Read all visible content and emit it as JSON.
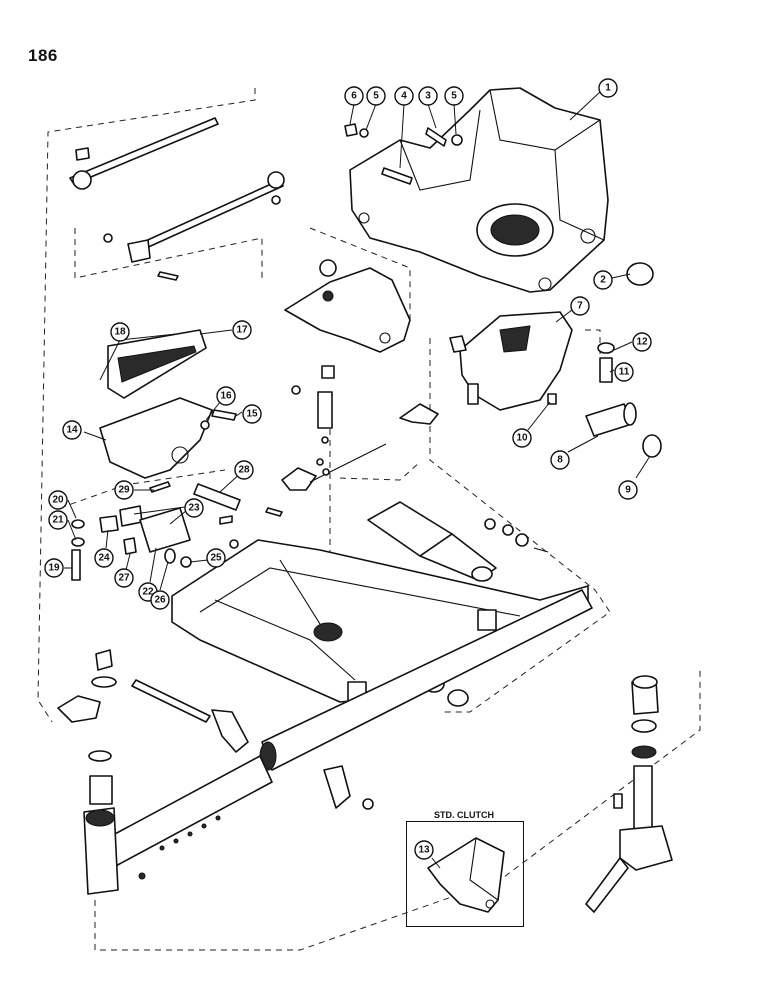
{
  "page_number": "186",
  "inset_label": "STD. CLUTCH",
  "callouts": [
    "1",
    "2",
    "3",
    "4",
    "5",
    "5",
    "6",
    "7",
    "8",
    "9",
    "10",
    "11",
    "12",
    "13",
    "14",
    "15",
    "16",
    "17",
    "18",
    "19",
    "20",
    "21",
    "22",
    "23",
    "24",
    "25",
    "26",
    "27",
    "28",
    "29"
  ]
}
